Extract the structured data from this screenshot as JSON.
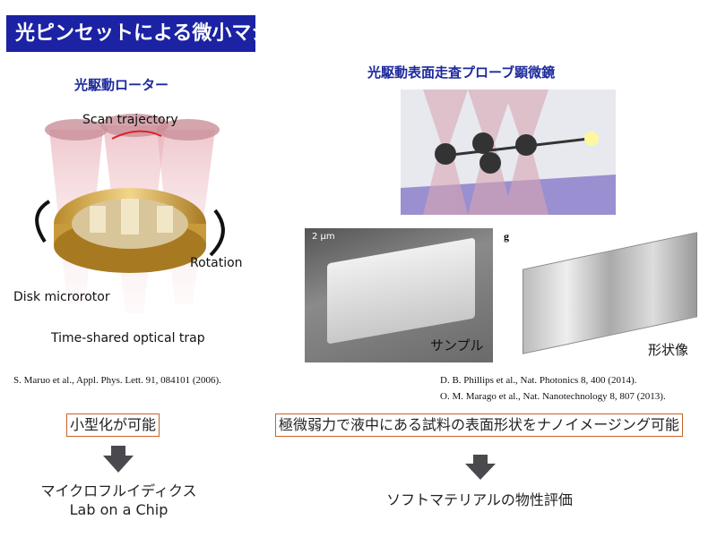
{
  "title": "光ピンセットによる微小マシンの駆動",
  "left": {
    "heading": "光駆動ローター",
    "figure_labels": {
      "scan": "Scan trajectory",
      "rotation": "Rotation",
      "disk": "Disk microrotor",
      "trap": "Time-shared optical trap"
    },
    "reference": "S. Maruo et al., Appl. Phys. Lett. 91, 084101 (2006).",
    "highlight": "小型化が可能",
    "result_line1": "マイクロフルイディクス",
    "result_line2": "Lab on a Chip"
  },
  "right": {
    "heading": "光駆動表面走査プローブ顕微鏡",
    "sem_scale": "2 μm",
    "sample_label": "サンプル",
    "panel_letter": "g",
    "shape_label": "形状像",
    "reference1": "D. B. Phillips et al., Nat. Photonics 8, 400 (2014).",
    "reference2": "O. M. Marago et al., Nat. Nanotechnology 8, 807 (2013).",
    "highlight": "極微弱力で液中にある試料の表面形状をナノイメージング可能",
    "result": "ソフトマテリアルの物性評価"
  },
  "colors": {
    "title_bg": "#1b22a3",
    "heading": "#1c2a9c",
    "box_border": "#c8622a",
    "arrow": "#4a4a4e"
  }
}
